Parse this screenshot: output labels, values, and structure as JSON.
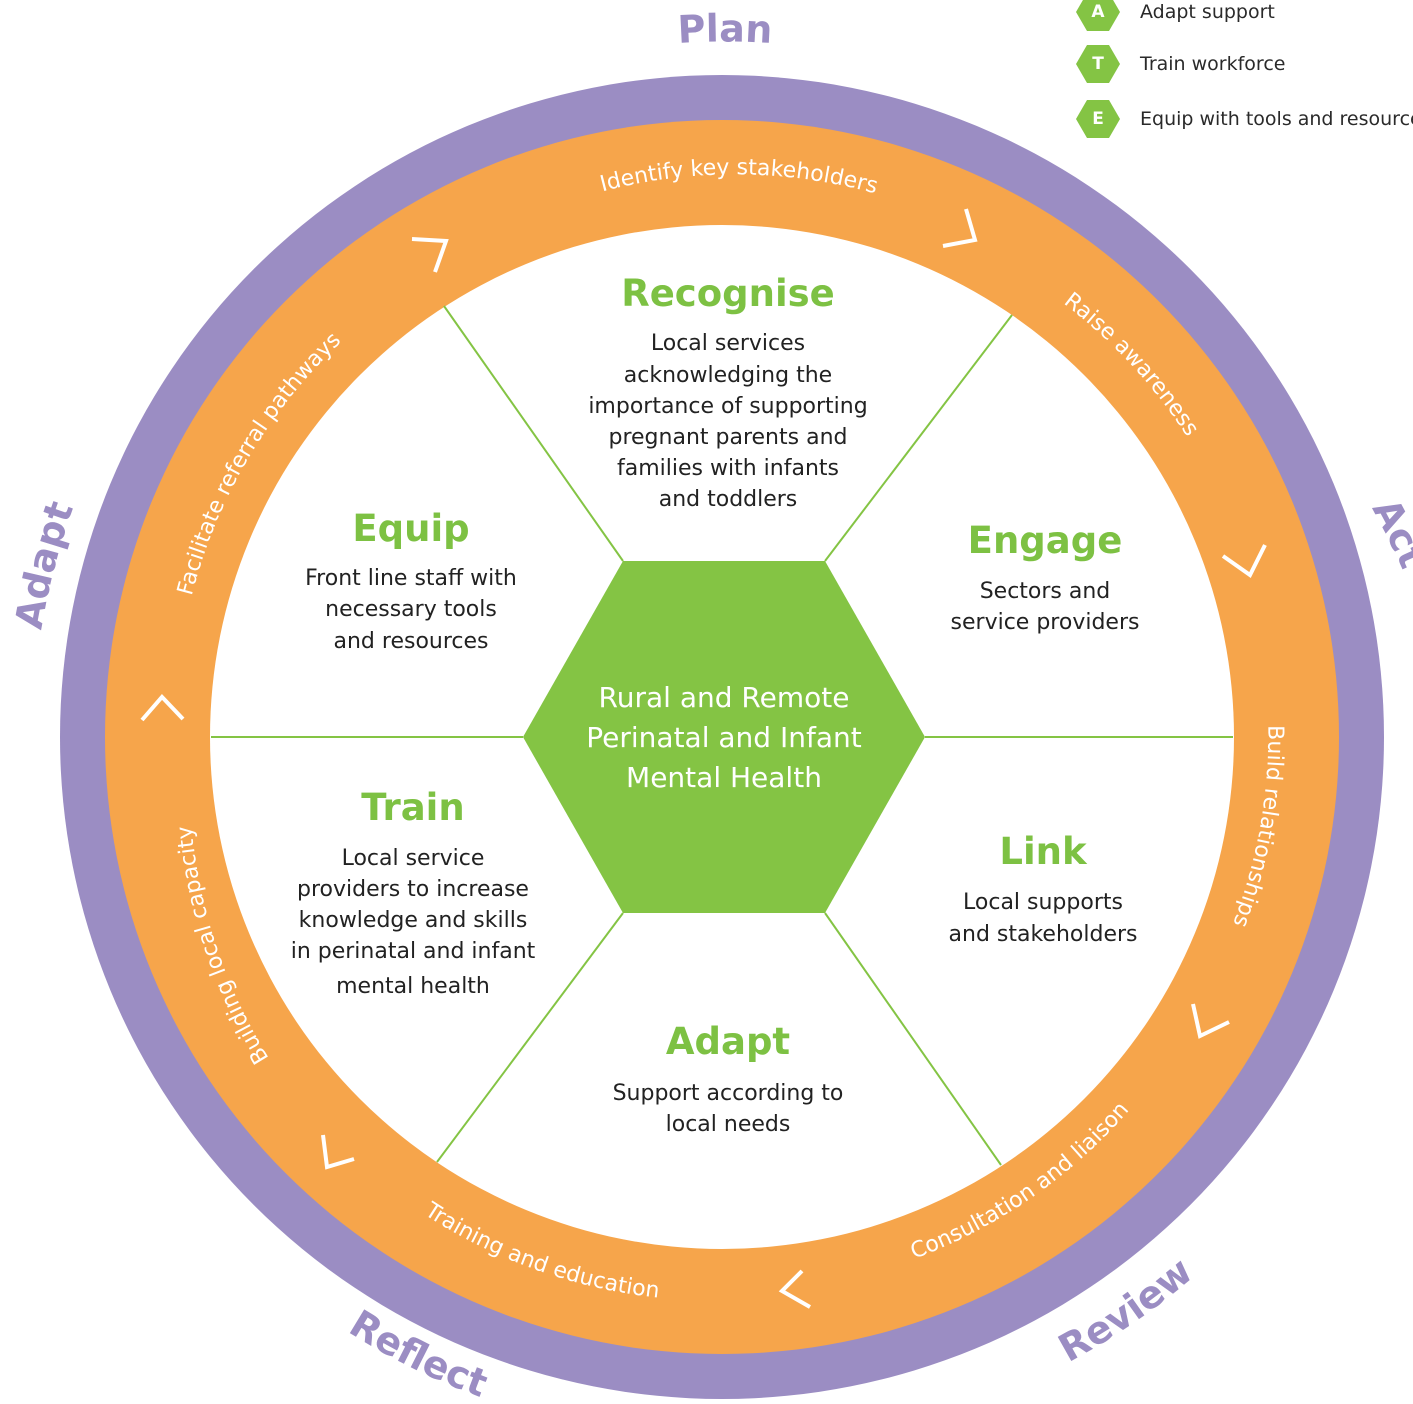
{
  "colors": {
    "outer_ring": "#9B8DC3",
    "orange_ring": "#F6A54B",
    "green": "#84C444",
    "ring_text": "#ffffff",
    "heading_green": "#7DC143",
    "body_text": "#222222",
    "phase_text": "#9B8DC3"
  },
  "legend": [
    {
      "letter": "A",
      "label": "Adapt support"
    },
    {
      "letter": "T",
      "label": "Train workforce"
    },
    {
      "letter": "E",
      "label": "Equip with tools and resources"
    }
  ],
  "phases": {
    "plan": "Plan",
    "act": "Act",
    "review": "Review",
    "reflect": "Reflect",
    "adapt": "Adapt"
  },
  "ring_labels": {
    "identify": "Identify key stakeholders",
    "raise": "Raise awareness",
    "build": "Build relationships",
    "consultation": "Consultation and liaison",
    "training": "Training and education",
    "building": "Building local capacity",
    "facilitate": "Facilitate referral pathways"
  },
  "center": {
    "lines": [
      "Rural and Remote",
      "Perinatal and Infant",
      "Mental Health"
    ]
  },
  "sections": {
    "recognise": {
      "title": "Recognise",
      "lines": [
        "Local services",
        "acknowledging the",
        "importance of supporting",
        "pregnant parents and",
        "families with infants",
        "and toddlers"
      ]
    },
    "engage": {
      "title": "Engage",
      "lines": [
        "Sectors and",
        "service providers"
      ]
    },
    "link": {
      "title": "Link",
      "lines": [
        "Local supports",
        "and stakeholders"
      ]
    },
    "adapt": {
      "title": "Adapt",
      "lines": [
        "Support according to",
        "local needs"
      ]
    },
    "train": {
      "title": "Train",
      "lines": [
        "Local service",
        "providers to increase",
        "knowledge and skills",
        "in perinatal and infant",
        "mental health"
      ]
    },
    "equip": {
      "title": "Equip",
      "lines": [
        "Front line staff with",
        "necessary tools",
        "and resources"
      ]
    }
  }
}
